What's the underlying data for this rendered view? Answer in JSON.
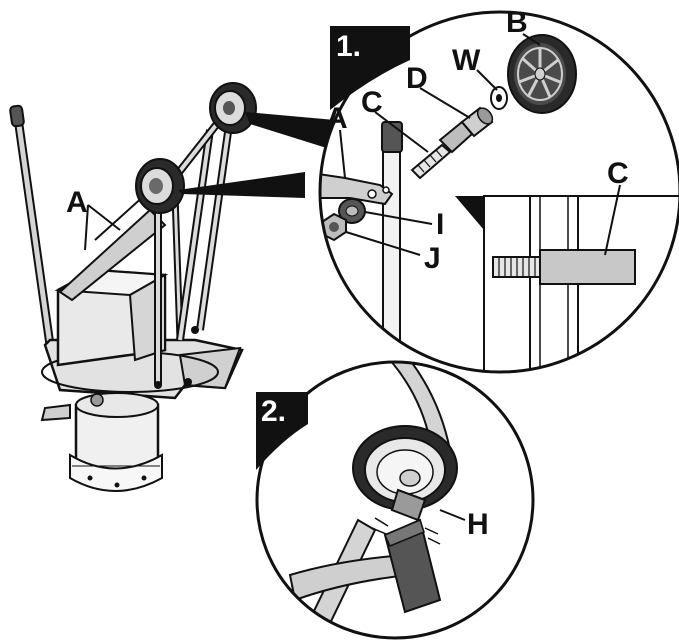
{
  "steps": {
    "step1": "1.",
    "step2": "2."
  },
  "labels": {
    "a_main": "A",
    "a_detail": "A",
    "b": "B",
    "c_detail": "C",
    "c_inset": "C",
    "d": "D",
    "w": "W",
    "i": "I",
    "j": "J",
    "h": "H"
  },
  "colors": {
    "outline": "#111111",
    "metal": "#cfcfcf",
    "metal_dark": "#8a8a8a",
    "rubber": "#2a2a2a",
    "body_fill": "#e6e6e6"
  }
}
